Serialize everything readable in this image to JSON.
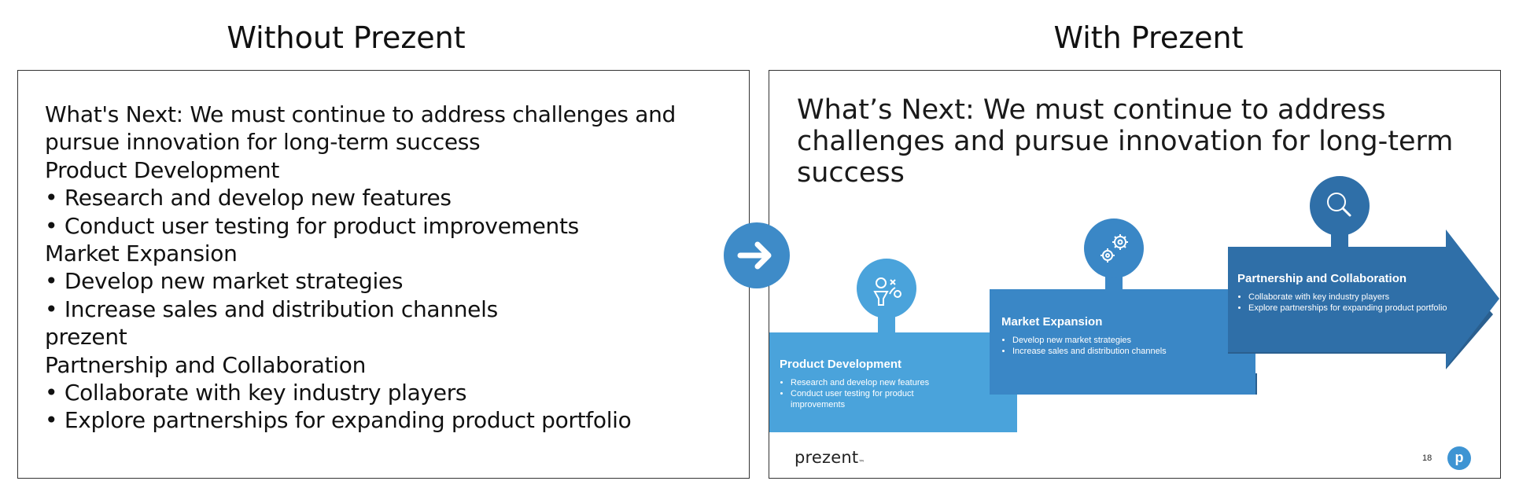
{
  "headings": {
    "left": "Without Prezent",
    "right": "With Prezent"
  },
  "without_panel": {
    "lines": [
      "What's Next: We must continue to address challenges and",
      "pursue innovation for long-term success",
      "Product Development",
      "• Research and develop new features",
      "• Conduct user testing for product improvements",
      "Market Expansion",
      "• Develop new market strategies",
      "• Increase sales and distribution channels",
      "prezent",
      "Partnership and Collaboration",
      "• Collaborate with key industry players",
      "• Explore partnerships for expanding product portfolio"
    ]
  },
  "with_panel": {
    "title": "What’s Next: We must continue to address challenges and pursue innovation for long-term success",
    "steps": [
      {
        "title": "Product Development",
        "bullets": [
          "Research and develop new features",
          "Conduct user testing for product improvements"
        ],
        "icon": "strategy-icon",
        "color": "#4aa3db"
      },
      {
        "title": "Market Expansion",
        "bullets": [
          "Develop new market strategies",
          "Increase sales and distribution channels"
        ],
        "icon": "gears-icon",
        "color": "#3a87c6"
      },
      {
        "title": "Partnership and Collaboration",
        "bullets": [
          "Collaborate with key industry players",
          "Explore partnerships for expanding product portfolio"
        ],
        "icon": "magnifier-icon",
        "color": "#2f6fa8"
      }
    ],
    "logo": "prezent",
    "logo_tm": "™",
    "page_number": "18",
    "badge_letter": "p"
  },
  "colors": {
    "arrow_circle": "#3e8bc8",
    "step1": "#4aa3db",
    "step2": "#3a87c6",
    "step3": "#2f6fa8"
  }
}
